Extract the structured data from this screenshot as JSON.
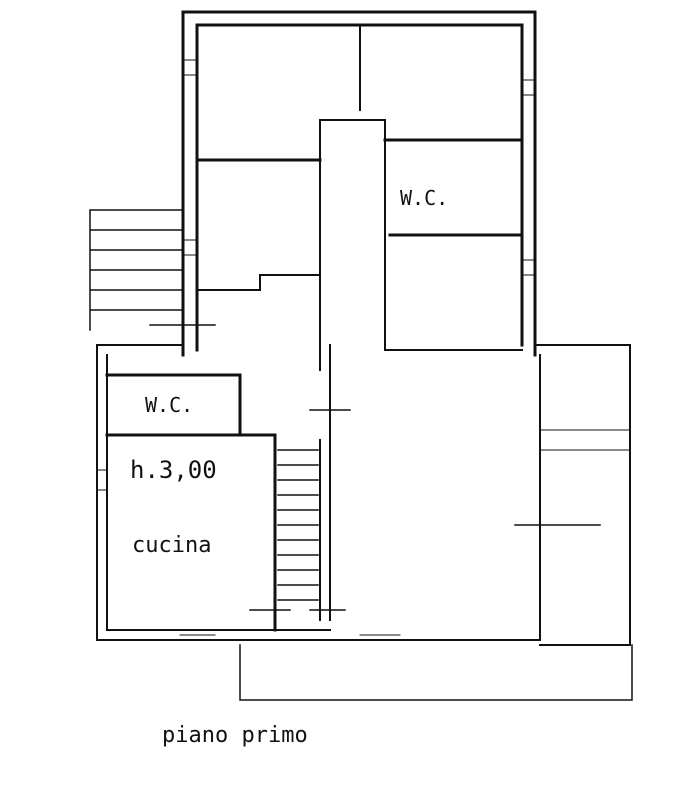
{
  "plan": {
    "caption": "piano primo",
    "labels": {
      "wc_upper": "W.C.",
      "wc_lower": "W.C.",
      "height": "h.3,00",
      "kitchen": "cucina"
    },
    "ink_color": "#111111"
  }
}
